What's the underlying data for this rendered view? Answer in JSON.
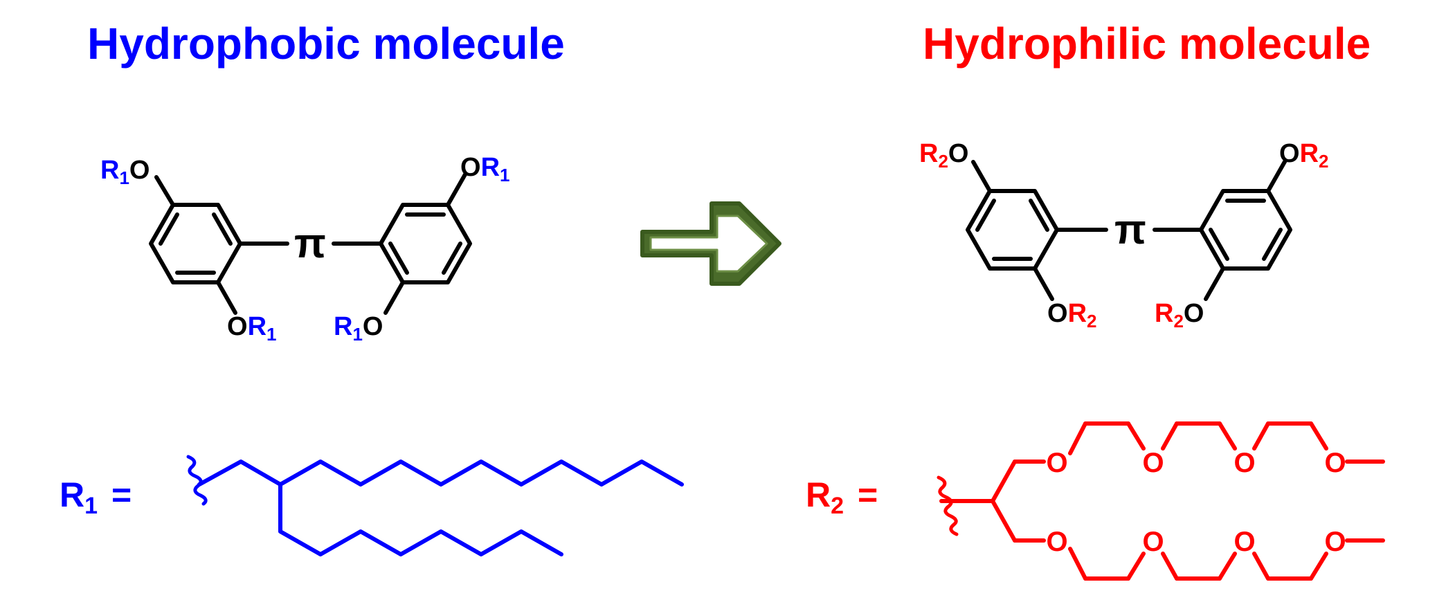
{
  "titles": {
    "hydrophobic": "Hydrophobic molecule",
    "hydrophilic": "Hydrophilic molecule"
  },
  "symbols": {
    "pi": "π",
    "oxygen": "O",
    "equals": "="
  },
  "groups": {
    "r1": {
      "letter": "R",
      "sub": "1"
    },
    "r2": {
      "letter": "R",
      "sub": "2"
    }
  },
  "colors": {
    "hydrophobic": "#0000ff",
    "hydrophilic": "#ff0000",
    "core": "#000000",
    "arrow_fill": "#4a6b2a",
    "arrow_outline": "#3a5a1e"
  },
  "icons": {
    "transform_arrow": "right-arrow-icon",
    "attachment_point": "wavy-bond-icon"
  }
}
